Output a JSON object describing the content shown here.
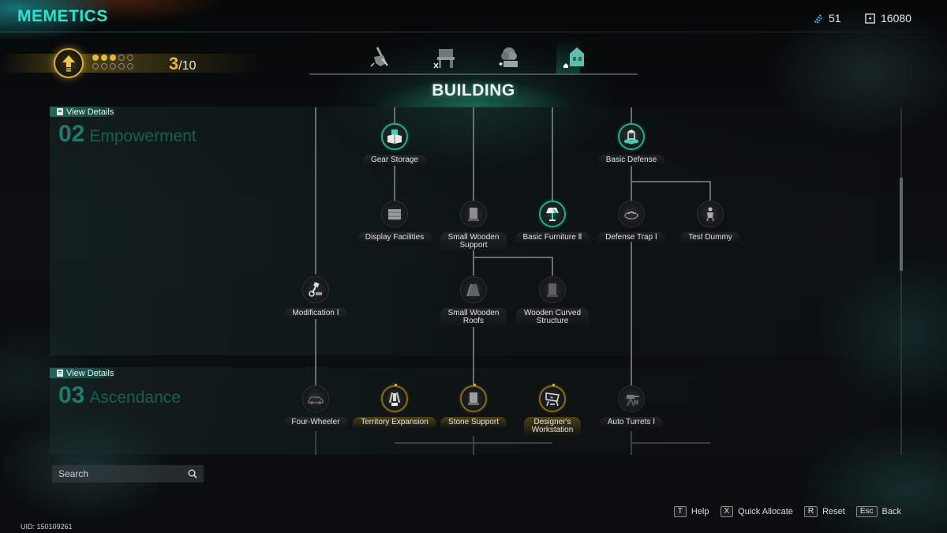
{
  "app": {
    "title": "MEMETICS"
  },
  "currencies": [
    {
      "icon": "memetic-shard-icon",
      "value": "51"
    },
    {
      "icon": "energy-chip-icon",
      "value": "16080"
    }
  ],
  "level": {
    "current": "3",
    "max": "/10",
    "dots_filled": 3,
    "dots_total": 10
  },
  "category_tabs": [
    {
      "name": "weapons",
      "icon": "weapon-icon",
      "active": false
    },
    {
      "name": "crafting",
      "icon": "workbench-icon",
      "active": false
    },
    {
      "name": "farming",
      "icon": "plant-icon",
      "active": false
    },
    {
      "name": "building",
      "icon": "house-icon",
      "active": true
    }
  ],
  "section": {
    "title": "BUILDING"
  },
  "tiers": [
    {
      "number": "02",
      "name": "Empowerment",
      "view_details": "View Details"
    },
    {
      "number": "03",
      "name": "Ascendance",
      "view_details": "View Details"
    }
  ],
  "nodes": {
    "gear_storage": {
      "label": "Gear Storage",
      "state": "unlocked"
    },
    "basic_defense": {
      "label": "Basic Defense",
      "state": "unlocked"
    },
    "display_facilities": {
      "label": "Display Facilities",
      "state": "locked"
    },
    "small_wooden_support": {
      "label": "Small Wooden\nSupport",
      "line1": "Small Wooden",
      "line2": "Support",
      "state": "locked"
    },
    "basic_furniture_2": {
      "label": "Basic Furniture Ⅱ",
      "state": "unlocked"
    },
    "defense_trap_1": {
      "label": "Defense Trap Ⅰ",
      "state": "locked"
    },
    "test_dummy": {
      "label": "Test Dummy",
      "state": "locked"
    },
    "modification_1": {
      "label": "Modification Ⅰ",
      "state": "locked"
    },
    "small_wooden_roofs": {
      "line1": "Small Wooden",
      "line2": "Roofs",
      "state": "locked"
    },
    "wooden_curved_structure": {
      "line1": "Wooden Curved",
      "line2": "Structure",
      "state": "locked"
    },
    "four_wheeler": {
      "label": "Four-Wheeler",
      "state": "locked"
    },
    "territory_expansion": {
      "label": "Territory Expansion",
      "state": "available"
    },
    "stone_support": {
      "label": "Stone Support",
      "state": "available"
    },
    "designers_workstation": {
      "line1": "Designer's",
      "line2": "Workstation",
      "state": "available"
    },
    "auto_turrets_1": {
      "label": "Auto Turrets Ⅰ",
      "state": "locked"
    }
  },
  "search": {
    "placeholder": "Search",
    "value": ""
  },
  "uid": "UID: 150109261",
  "hints": [
    {
      "key": "T",
      "label": "Help"
    },
    {
      "key": "X",
      "label": "Quick Allocate"
    },
    {
      "key": "R",
      "label": "Reset"
    },
    {
      "key": "Esc",
      "label": "Back"
    }
  ],
  "colors": {
    "accent_teal": "#2fe0cc",
    "unlocked_ring": "#1fae92",
    "available_ring": "#8a6a1a",
    "level_gold": "#e2b444"
  }
}
